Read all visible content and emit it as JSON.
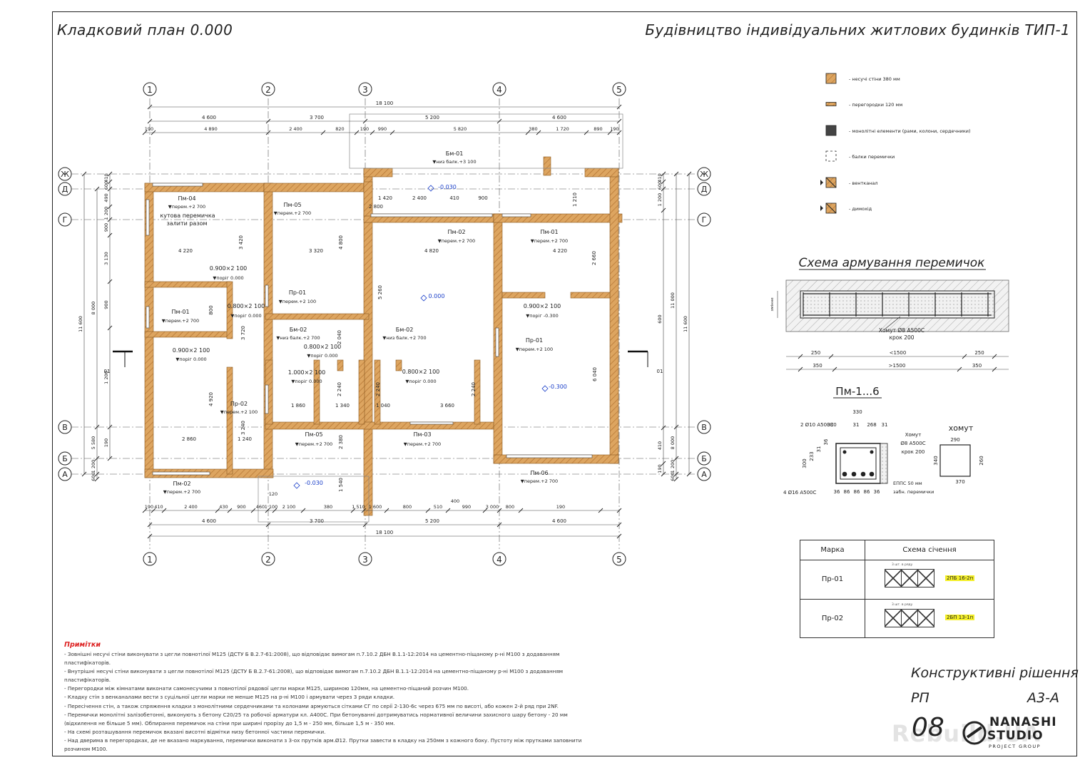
{
  "header": {
    "left_title": "Кладковий план 0.000",
    "right_title": "Будівництво індивідуальних житлових будинків ТИП-1"
  },
  "legend": [
    {
      "label": "- несучі стіни 380 мм",
      "swatch": "hatch-thick"
    },
    {
      "label": "- перегородки 120 мм",
      "swatch": "hatch-thin"
    },
    {
      "label": "- монолітні елементи (рами, колони, сердечники)",
      "swatch": "dark"
    },
    {
      "label": "- балки перемички",
      "swatch": "dashed"
    },
    {
      "label": "- вентканал",
      "swatch": "vent"
    },
    {
      "label": "- димохід",
      "swatch": "chimney"
    }
  ],
  "axes": {
    "columns": [
      "1",
      "2",
      "3",
      "4",
      "5"
    ],
    "rows": [
      "Ж",
      "Д",
      "Г",
      "В",
      "Б",
      "А"
    ]
  },
  "dimensions": {
    "total": "18 100",
    "top_axis": [
      "4 600",
      "3 700",
      "5 200",
      "4 600"
    ],
    "top_detail": [
      "190",
      "4 890",
      "2 400",
      "820",
      "190",
      "990",
      "5 820",
      "380",
      "1 720",
      "890",
      "190"
    ],
    "bottom_axis": [
      "4 600",
      "3 700",
      "5 200",
      "4 600"
    ],
    "bottom_detail": [
      "190",
      "410",
      "2 400",
      "430",
      "900",
      "460",
      "1 100",
      "2 100",
      "380",
      "1 510",
      "1 600",
      "800",
      "510",
      "990",
      "3 000",
      "800",
      "190"
    ],
    "bottom_extra": [
      "120",
      "400"
    ],
    "left_total": "11 600",
    "left_axis": [
      "8 000",
      "5 580",
      "1 200",
      "600"
    ],
    "left_detail": [
      "410",
      "600",
      "490",
      "1 200",
      "900",
      "3 130",
      "900",
      "1 200",
      "190"
    ],
    "right_total": "11 600",
    "right_axis": [
      "11 000",
      "8 000",
      "1 200",
      "600"
    ],
    "right_detail": [
      "410",
      "600",
      "1 200",
      "600",
      "410",
      "190"
    ]
  },
  "plan_labels": [
    {
      "t": "Пм-04",
      "k": "lintel"
    },
    {
      "t": "▼перем.+2 700",
      "k": "mark"
    },
    {
      "t": "кутова перемичка",
      "k": "note"
    },
    {
      "t": "залити разом",
      "k": "note"
    },
    {
      "t": "Пм-05",
      "k": "lintel"
    },
    {
      "t": "▼перем.+2 700",
      "k": "mark"
    },
    {
      "t": "Бм-01",
      "k": "lintel"
    },
    {
      "t": "▼низ балк.+3 100",
      "k": "mark"
    },
    {
      "t": "-0.030",
      "k": "level"
    },
    {
      "t": "Пм-02",
      "k": "lintel"
    },
    {
      "t": "▼перем.+2 700",
      "k": "mark"
    },
    {
      "t": "Пм-01",
      "k": "lintel"
    },
    {
      "t": "▼перем.+2 700",
      "k": "mark"
    },
    {
      "t": "0.900×2 100",
      "k": "opening"
    },
    {
      "t": "▼поріг 0.000",
      "k": "mark"
    },
    {
      "t": "Пр-01",
      "k": "lintel"
    },
    {
      "t": "▼перем.+2 100",
      "k": "mark"
    },
    {
      "t": "0.800×2 100",
      "k": "opening"
    },
    {
      "t": "▼поріг 0.000",
      "k": "mark"
    },
    {
      "t": "Пм-01",
      "k": "lintel"
    },
    {
      "t": "▼перем.+2 700",
      "k": "mark"
    },
    {
      "t": "0.000",
      "k": "level"
    },
    {
      "t": "0.900×2 100",
      "k": "opening"
    },
    {
      "t": "▼поріг -0.300",
      "k": "mark"
    },
    {
      "t": "Бм-02",
      "k": "lintel"
    },
    {
      "t": "▼низ балк.+2 700",
      "k": "mark"
    },
    {
      "t": "Бм-02",
      "k": "lintel"
    },
    {
      "t": "▼низ балк.+2 700",
      "k": "mark"
    },
    {
      "t": "Пр-01",
      "k": "lintel"
    },
    {
      "t": "▼перем.+2 100",
      "k": "mark"
    },
    {
      "t": "0.900×2 100",
      "k": "opening"
    },
    {
      "t": "▼поріг 0.000",
      "k": "mark"
    },
    {
      "t": "0.800×2 100",
      "k": "opening"
    },
    {
      "t": "▼поріг 0.000",
      "k": "mark"
    },
    {
      "t": "1.000×2 100",
      "k": "opening"
    },
    {
      "t": "▼поріг 0.000",
      "k": "mark"
    },
    {
      "t": "0.800×2 100",
      "k": "opening"
    },
    {
      "t": "▼поріг 0.000",
      "k": "mark"
    },
    {
      "t": "-0.300",
      "k": "level"
    },
    {
      "t": "Пр-02",
      "k": "lintel"
    },
    {
      "t": "▼перем.+2 100",
      "k": "mark"
    },
    {
      "t": "Пм-05",
      "k": "lintel"
    },
    {
      "t": "▼перем.+2 700",
      "k": "mark"
    },
    {
      "t": "Пм-03",
      "k": "lintel"
    },
    {
      "t": "▼перем.+2 700",
      "k": "mark"
    },
    {
      "t": "Пм-06",
      "k": "lintel"
    },
    {
      "t": "▼перем.+2 700",
      "k": "mark"
    },
    {
      "t": "Пм-02",
      "k": "lintel"
    },
    {
      "t": "▼перем.+2 700",
      "k": "mark"
    },
    {
      "t": "-0.030",
      "k": "level"
    },
    {
      "t": "01",
      "k": "section"
    },
    {
      "t": "01",
      "k": "section"
    }
  ],
  "room_dims": [
    "4 220",
    "3 320",
    "4 820",
    "4 220",
    "3 420",
    "4 800",
    "5 260",
    "2 660",
    "6 040",
    "3 720",
    "4 920",
    "3 240",
    "2 860",
    "1 240",
    "1 860",
    "1 340",
    "1 040",
    "3 660",
    "2 240",
    "2 240",
    "2 240",
    "2 400",
    "410",
    "900",
    "1 210",
    "2 800",
    "1 420",
    "800",
    "2 040",
    "1 540",
    "2 380",
    "820"
  ],
  "rebar_scheme": {
    "title": "Схема армування перемичок",
    "callout": "Хомут Ø8 А500С",
    "step": "крок 200",
    "dim_row1": [
      "250",
      "<1500",
      "250"
    ],
    "dim_row2": [
      "350",
      ">1500",
      "350"
    ],
    "side_label": "змінне"
  },
  "section_pm": {
    "title": "Пм-1...6",
    "top_bars": "2 Ø10 А500С",
    "bottom_bars": "4 Ø16 А500С",
    "dims_top": [
      "330",
      "31",
      "268",
      "31"
    ],
    "dims_bottom": [
      "36",
      "86",
      "86",
      "86",
      "36"
    ],
    "dims_left": [
      "300",
      "233",
      "31",
      "36"
    ],
    "eps": "ЕППС 50 мм",
    "eps2": "забн. перемички",
    "stirrup_title": "хомут",
    "stirrup_note": "Хомут",
    "stirrup_note2": "Ø8 А500С",
    "stirrup_note3": "крок 200",
    "stirrup_dims": [
      "290",
      "260",
      "340",
      "370"
    ]
  },
  "marks_table": {
    "col1": "Марка",
    "col2": "Схема січення",
    "rows": [
      {
        "mark": "Пр-01",
        "note": "3 шт. в ряду",
        "tag": "2ПБ 16-2п"
      },
      {
        "mark": "Пр-02",
        "note": "3 шт. в ряду",
        "tag": "2БП 13-1п"
      }
    ]
  },
  "notes": {
    "title": "Примітки",
    "items": [
      "- Зовнішні несучі стіни виконувати з цегли повнотілої М125 (ДСТУ Б В.2.7-61:2008), що відповідає вимогам п.7.10.2 ДБН В.1.1-12:2014   на цементно-піщаному р-ні М100 з додаванням",
      "  пластифікаторів.",
      "- Внутрішні несучі стіни виконувати з цегли повнотілої М125 (ДСТУ Б В.2.7-61:2008), що відповідає вимогам п.7.10.2 ДБН В.1.1-12:2014   на цементно-піщаному р-ні М100 з додаванням",
      "  пластифікаторів.",
      "- Перегородки між кімнатами виконати самонесучими з повнотілої рядової цегли марки М125, шириною 120мм, на цементно-піщаний розчин М100.",
      "- Кладку стін з венканалами вести з суцільної цегли марки не менше М125 на р-ні М100 і армувати через 3 ряди кладки.",
      "- Пересічення стін, а також спряження кладки з монолітними сердечниками та колонами армуються  сітками СГ по серії 2-130-6с через 675 мм по висоті, або кожен 2-й ряд при 2NF.",
      "- Перемички монолітні залізобетонні, виконують з бетону С20/25 та робочої арматури кл. А400С. При бетонуванні дотримуватись нормативної величини захисного шару бетону - 20 мм",
      "  (відхилення не більше 5 мм). Обпирання перемичок на стіни при ширині прорізу до 1,5 м - 250 мм, більше 1,5 м - 350 мм.",
      "- На схемі розташування перемичок вказані висотні відмітки низу бетонної частини перемички.",
      "- Над дверима в перегородках, де не вказано маркування, перемички виконати з 3-ох прутків арм.Ø12. Прутки завести в кладку на 250мм з кожного боку. Пустоту між прутками заповнити",
      "  розчином М100."
    ]
  },
  "stamp": {
    "title": "Конструктивні рішення",
    "stage": "РП",
    "format": "А3-А",
    "sheet": "08",
    "brand1": "NANASHI",
    "brand2": "STUDIO",
    "brand3": "PROJECT GROUP",
    "watermark": "Rebuild.UA"
  },
  "colors": {
    "wall": "#d9a25a",
    "wall_dark": "#b97a34",
    "line": "#222222",
    "level": "#1a3fc9",
    "highlight": "#f4ef2a",
    "notes_title": "#dd2222"
  }
}
